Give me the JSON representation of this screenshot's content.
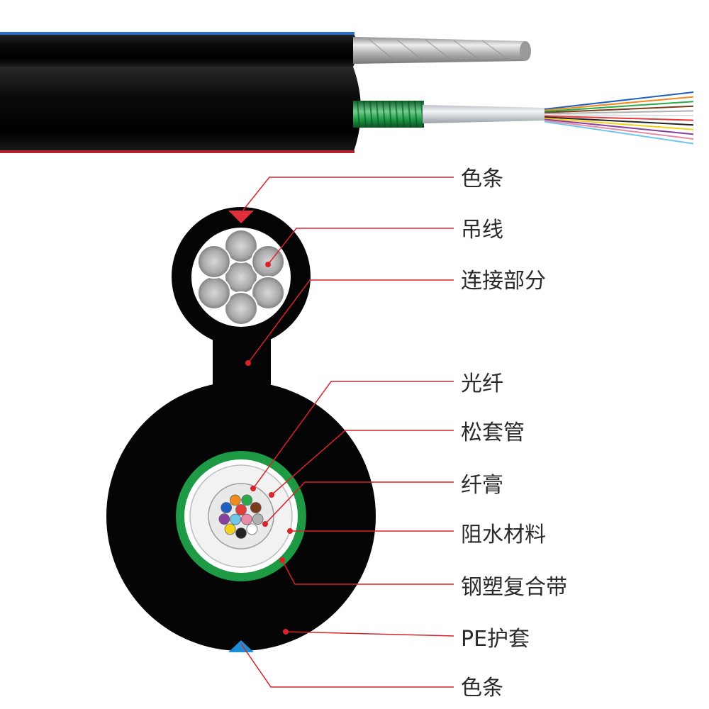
{
  "labels": [
    {
      "id": "color-stripe-top",
      "text": "色条"
    },
    {
      "id": "messenger-wire",
      "text": "吊线"
    },
    {
      "id": "connecting-part",
      "text": "连接部分"
    },
    {
      "id": "optical-fiber",
      "text": "光纤"
    },
    {
      "id": "loose-tube",
      "text": "松套管"
    },
    {
      "id": "fiber-gel",
      "text": "纤膏"
    },
    {
      "id": "water-blocking-material",
      "text": "阻水材料"
    },
    {
      "id": "steel-plastic-tape",
      "text": "钢塑复合带"
    },
    {
      "id": "pe-sheath",
      "text": "PE护套"
    },
    {
      "id": "color-stripe-bottom",
      "text": "色条"
    }
  ],
  "colors": {
    "sheath": "#050505",
    "leader_line": "#d9222a",
    "stripe_top": "#e02f3a",
    "stripe_bottom": "#1a8fd6",
    "steel_tape": "#1e9a45",
    "tube": "#eeeeee",
    "messenger": "#c8c8c8"
  },
  "fiber_colors": [
    "#1f5fbf",
    "#f08a1c",
    "#2aa84a",
    "#7a3b1a",
    "#b0b0b0",
    "#ffffff",
    "#e53b3b",
    "#222222",
    "#f2d21a",
    "#8a3f9e",
    "#e88aa8",
    "#6ec6e8"
  ]
}
